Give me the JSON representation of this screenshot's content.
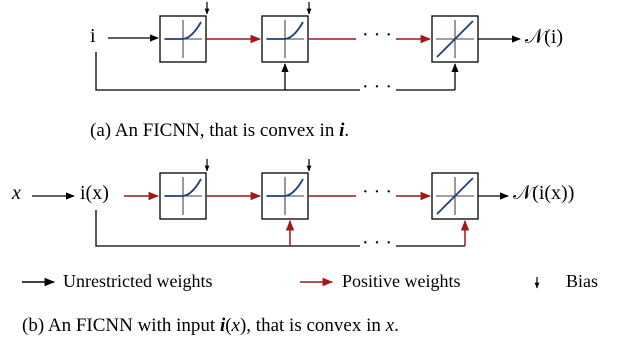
{
  "diagram_a": {
    "input_label": "i",
    "output_label": "𝒩(i)",
    "ellipsis": "· · ·",
    "caption_prefix": "(a) An FICNN, that is convex in ",
    "caption_var": "i",
    "caption_suffix": "."
  },
  "diagram_b": {
    "input_x": "x",
    "input_label": "i(x)",
    "output_label": "𝒩(i(x))",
    "ellipsis": "· · ·",
    "caption_prefix": "(b) An FICNN with input ",
    "caption_var": "i",
    "caption_mid": "(",
    "caption_x": "x",
    "caption_mid2": "), that is convex in ",
    "caption_x2": "x",
    "caption_suffix": "."
  },
  "legend": {
    "unrestricted": "Unrestricted weights",
    "positive": "Positive weights",
    "bias": "Bias"
  },
  "colors": {
    "unrestricted": "#000000",
    "positive": "#a01818",
    "activation": "#1f3f7a"
  }
}
